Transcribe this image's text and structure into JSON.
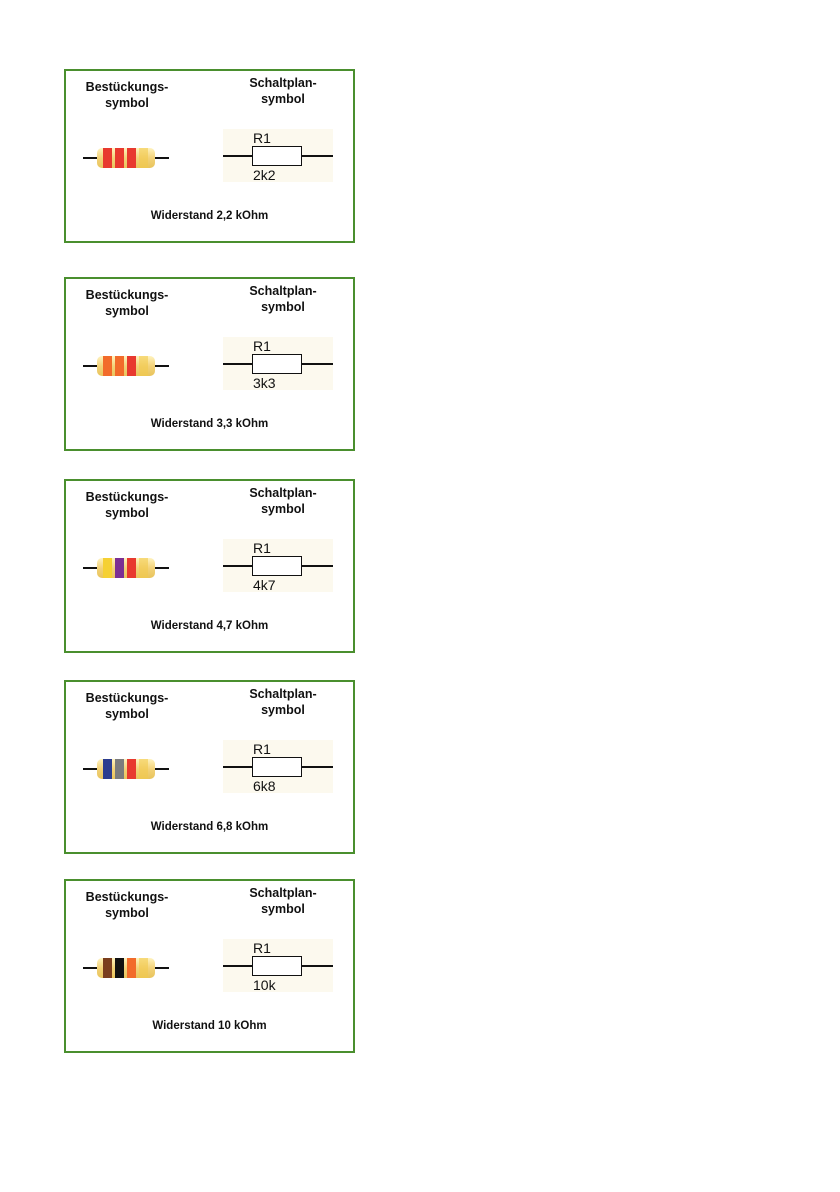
{
  "colors": {
    "border": "#4a8f2e",
    "schematic_bg": "#fcf9ee"
  },
  "cards": [
    {
      "placement_label": [
        "Bestückungs-",
        "symbol"
      ],
      "schematic_label": [
        "Schaltplan-",
        "symbol"
      ],
      "ref": "R1",
      "value": "2k2",
      "caption": "Widerstand 2,2 kOhm",
      "bands": [
        "#e8392f",
        "#e8392f",
        "#e8392f",
        "#f2c94c"
      ]
    },
    {
      "placement_label": [
        "Bestückungs-",
        "symbol"
      ],
      "schematic_label": [
        "Schaltplan-",
        "symbol"
      ],
      "ref": "R1",
      "value": "3k3",
      "caption": "Widerstand 3,3 kOhm",
      "bands": [
        "#f26b2a",
        "#f26b2a",
        "#e8392f",
        "#f2c94c"
      ]
    },
    {
      "placement_label": [
        "Bestückungs-",
        "symbol"
      ],
      "schematic_label": [
        "Schaltplan-",
        "symbol"
      ],
      "ref": "R1",
      "value": "4k7",
      "caption": "Widerstand 4,7 kOhm",
      "bands": [
        "#f5d033",
        "#7b2f93",
        "#e8392f",
        "#f2c94c"
      ]
    },
    {
      "placement_label": [
        "Bestückungs-",
        "symbol"
      ],
      "schematic_label": [
        "Schaltplan-",
        "symbol"
      ],
      "ref": "R1",
      "value": "6k8",
      "caption": "Widerstand 6,8 kOhm",
      "bands": [
        "#2c3d8f",
        "#7d7d7d",
        "#e8392f",
        "#f2c94c"
      ]
    },
    {
      "placement_label": [
        "Bestückungs-",
        "symbol"
      ],
      "schematic_label": [
        "Schaltplan-",
        "symbol"
      ],
      "ref": "R1",
      "value": "10k",
      "caption": "Widerstand 10 kOhm",
      "bands": [
        "#7a3d1e",
        "#111111",
        "#f26b2a",
        "#f2c94c"
      ]
    }
  ]
}
